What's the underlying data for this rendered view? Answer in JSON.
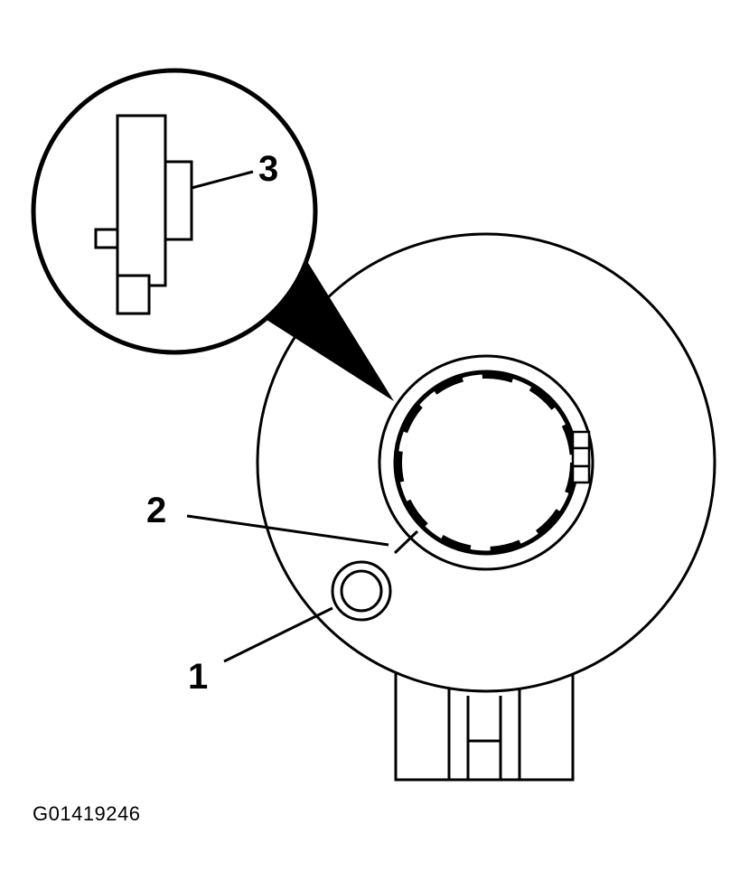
{
  "diagram": {
    "callouts": [
      {
        "id": "1",
        "label": "1"
      },
      {
        "id": "2",
        "label": "2"
      },
      {
        "id": "3",
        "label": "3"
      }
    ],
    "figure_id": "G01419246"
  }
}
